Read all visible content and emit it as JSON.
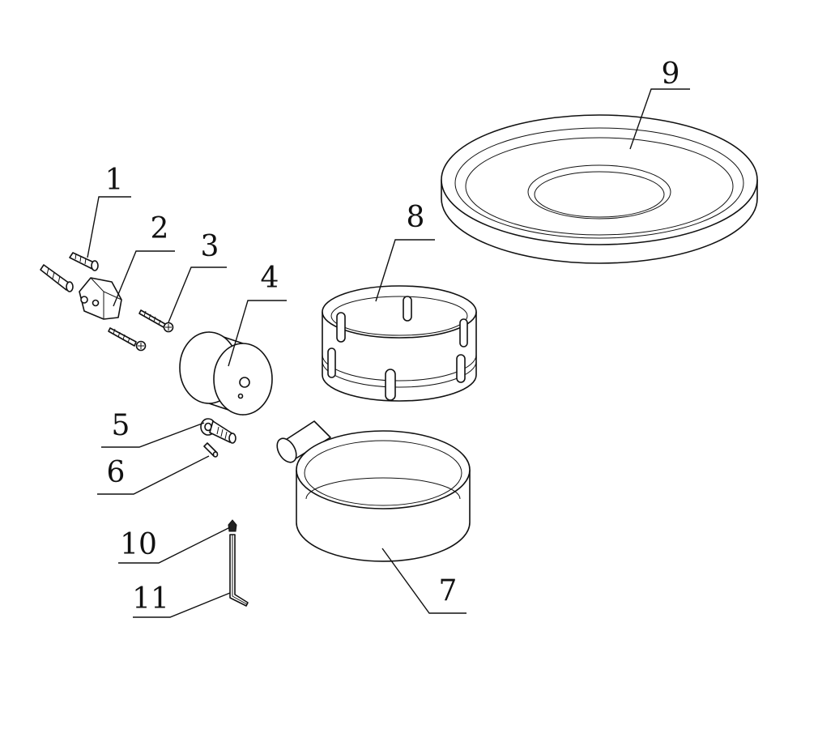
{
  "diagram": {
    "colors": {
      "ink": "#111111",
      "paper": "#ffffff"
    },
    "labels": [
      {
        "id": "1",
        "text": "1"
      },
      {
        "id": "2",
        "text": "2"
      },
      {
        "id": "3",
        "text": "3"
      },
      {
        "id": "4",
        "text": "4"
      },
      {
        "id": "5",
        "text": "5"
      },
      {
        "id": "6",
        "text": "6"
      },
      {
        "id": "7",
        "text": "7"
      },
      {
        "id": "8",
        "text": "8"
      },
      {
        "id": "9",
        "text": "9"
      },
      {
        "id": "10",
        "text": "10"
      },
      {
        "id": "11",
        "text": "11"
      }
    ]
  }
}
